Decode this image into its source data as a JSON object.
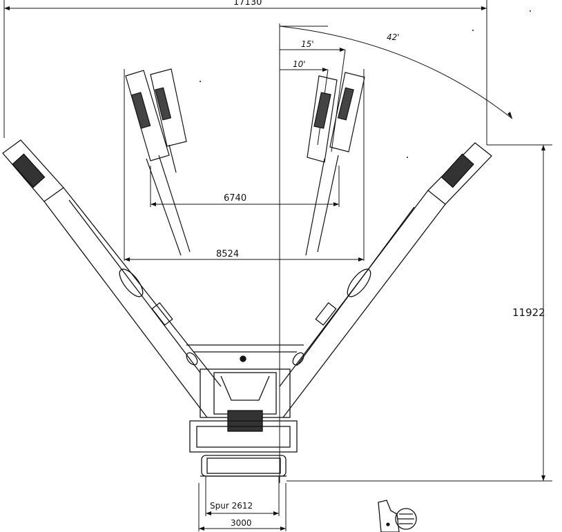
{
  "dimensions": {
    "overall_width": "17130",
    "inner_span_outer": "8524",
    "inner_span_inner": "6740",
    "height": "11922",
    "gauge_label": "Spur 2612",
    "chassis_width": "3000"
  },
  "angles": {
    "a1": "10'",
    "a2": "15'",
    "a3": "42'"
  }
}
